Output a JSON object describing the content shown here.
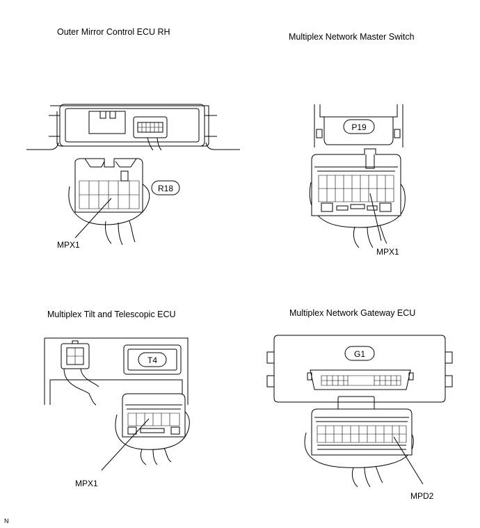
{
  "panels": {
    "outer_mirror": {
      "title": "Outer Mirror Control ECU RH",
      "connector": "R18",
      "terminal": "MPX1"
    },
    "master_switch": {
      "title": "Multiplex Network Master Switch",
      "connector": "P19",
      "terminal": "MPX1"
    },
    "tilt_telescopic": {
      "title": "Multiplex Tilt and Telescopic ECU",
      "connector": "T4",
      "terminal": "MPX1"
    },
    "gateway": {
      "title": "Multiplex Network Gateway ECU",
      "connector": "G1",
      "terminal": "MPD2"
    }
  },
  "corner_mark": "N"
}
